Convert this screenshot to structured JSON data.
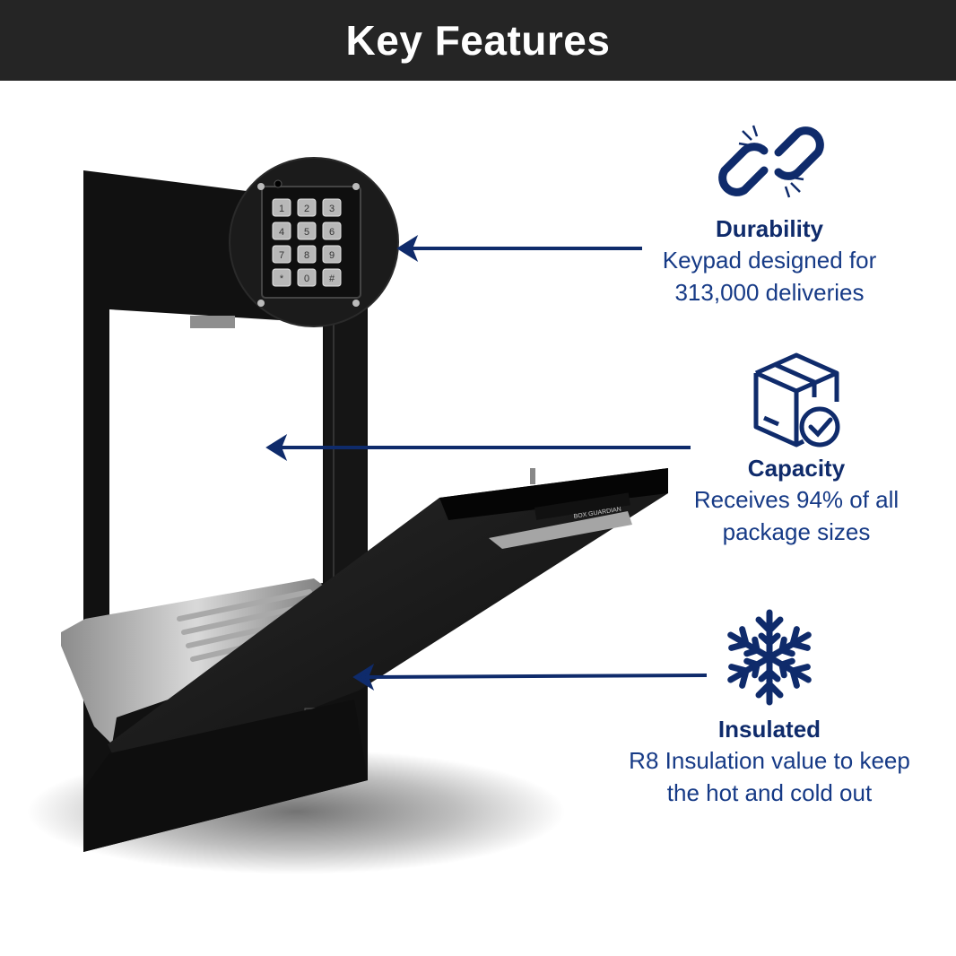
{
  "header": {
    "title": "Key Features"
  },
  "features": [
    {
      "title": "Durability",
      "desc_line1": "Keypad designed for",
      "desc_line2": "313,000 deliveries",
      "icon": "chain-link-icon"
    },
    {
      "title": "Capacity",
      "desc_line1": "Receives 94% of all",
      "desc_line2": "package sizes",
      "icon": "package-check-icon"
    },
    {
      "title": "Insulated",
      "desc_line1": "R8 Insulation value to keep",
      "desc_line2": "the hot and cold out",
      "icon": "snowflake-icon"
    }
  ],
  "keypad": {
    "keys": [
      "1",
      "2",
      "3",
      "4",
      "5",
      "6",
      "7",
      "8",
      "9",
      "*",
      "0",
      "#"
    ]
  },
  "product": {
    "label": "BOX GUARDIAN"
  },
  "colors": {
    "header_bg": "#252525",
    "accent": "#0f2b6b",
    "product": "#1a1a1a"
  }
}
